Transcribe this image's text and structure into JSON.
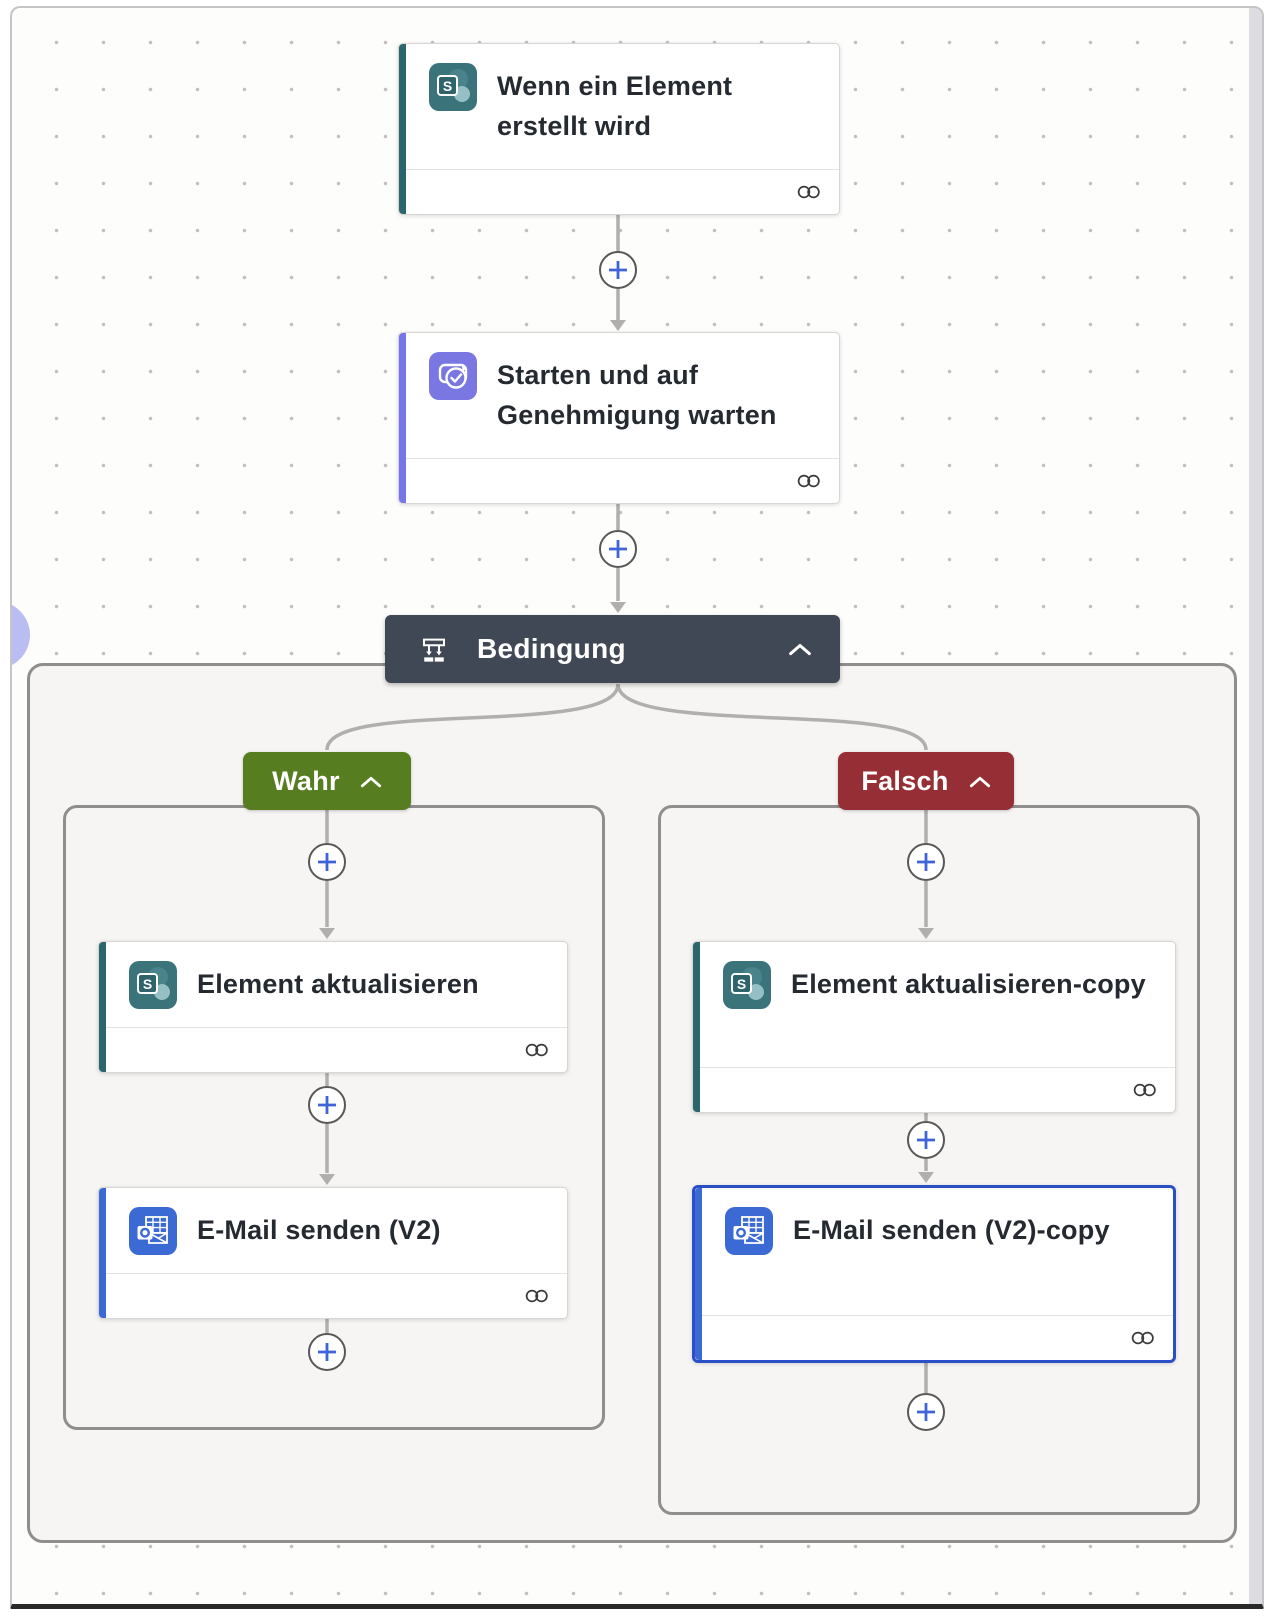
{
  "flow": {
    "trigger": {
      "title": "Wenn ein Element erstellt wird",
      "connector": "sharepoint"
    },
    "approval": {
      "title": "Starten und auf Genehmigung warten",
      "connector": "approvals"
    },
    "condition": {
      "label": "Bedingung",
      "collapse_chevron": "up"
    },
    "branch_true": {
      "label": "Wahr",
      "actions": [
        {
          "title": "Element aktualisieren",
          "connector": "sharepoint"
        },
        {
          "title": "E-Mail senden (V2)",
          "connector": "outlook"
        }
      ]
    },
    "branch_false": {
      "label": "Falsch",
      "actions": [
        {
          "title": "Element aktualisieren-copy",
          "connector": "sharepoint"
        },
        {
          "title": "E-Mail senden (V2)-copy",
          "connector": "outlook",
          "selected": true
        }
      ]
    }
  },
  "icons": {
    "sharepoint": "sharepoint-icon",
    "approvals": "approvals-icon",
    "outlook": "outlook-send-email-icon",
    "condition": "condition-branch-icon",
    "chevron": "chevron-up-icon",
    "link": "link-icon",
    "plus": "plus-icon"
  },
  "colors": {
    "sharepoint_teal": "#2c666d",
    "sharepoint_icon_bg": "#3b737b",
    "approvals_purple": "#7577e8",
    "outlook_blue": "#3b6ad4",
    "condition_header": "#414855",
    "branch_true_green": "#567e20",
    "branch_false_red": "#962f35",
    "selection_blue": "#2b50c6",
    "plus_blue": "#3f63d9",
    "connector_gray": "#b1afad",
    "container_fill": "#f6f5f3",
    "container_border": "#908e8c",
    "panel_handle_lavender": "#b9bdf2"
  }
}
